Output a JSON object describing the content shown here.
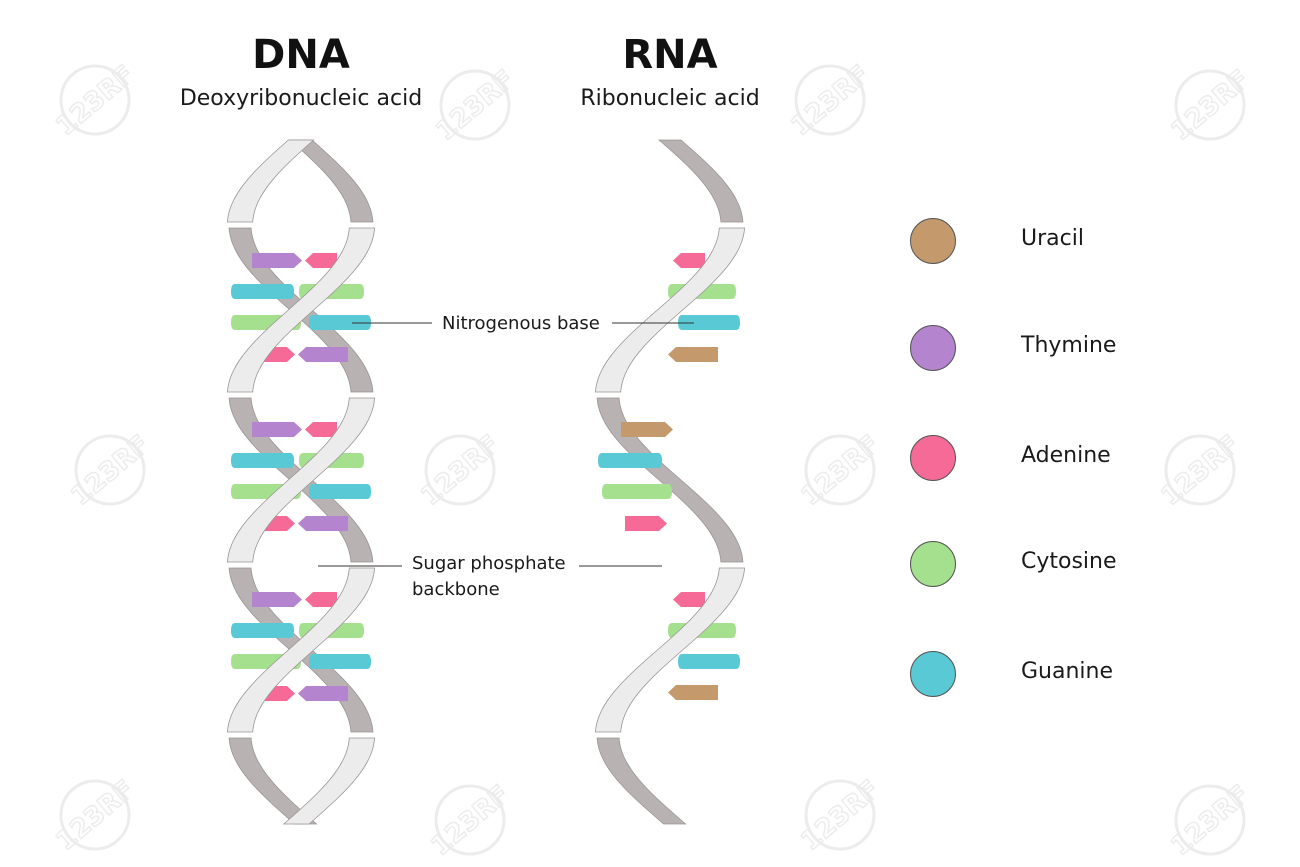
{
  "dna": {
    "title": "DNA",
    "subtitle": "Deoxyribonucleic acid"
  },
  "rna": {
    "title": "RNA",
    "subtitle": "Ribonucleic acid"
  },
  "annotations": {
    "nitrogenous_base": "Nitrogenous base",
    "sugar_line1": "Sugar phosphate",
    "sugar_line2": "backbone"
  },
  "legend": [
    {
      "label": "Uracil",
      "color": "#c49a6c"
    },
    {
      "label": "Thymine",
      "color": "#b584cf"
    },
    {
      "label": "Adenine",
      "color": "#f66a98"
    },
    {
      "label": "Cytosine",
      "color": "#a5e08e"
    },
    {
      "label": "Guanine",
      "color": "#58c9d5"
    }
  ],
  "colors": {
    "strand_front": "#ececec",
    "strand_back": "#b8b2b2",
    "strand_edge": "#9a9494",
    "uracil": "#c49a6c",
    "thymine": "#b584cf",
    "adenine": "#f66a98",
    "cytosine": "#a5e08e",
    "guanine": "#58c9d5"
  },
  "watermark": "123RF"
}
